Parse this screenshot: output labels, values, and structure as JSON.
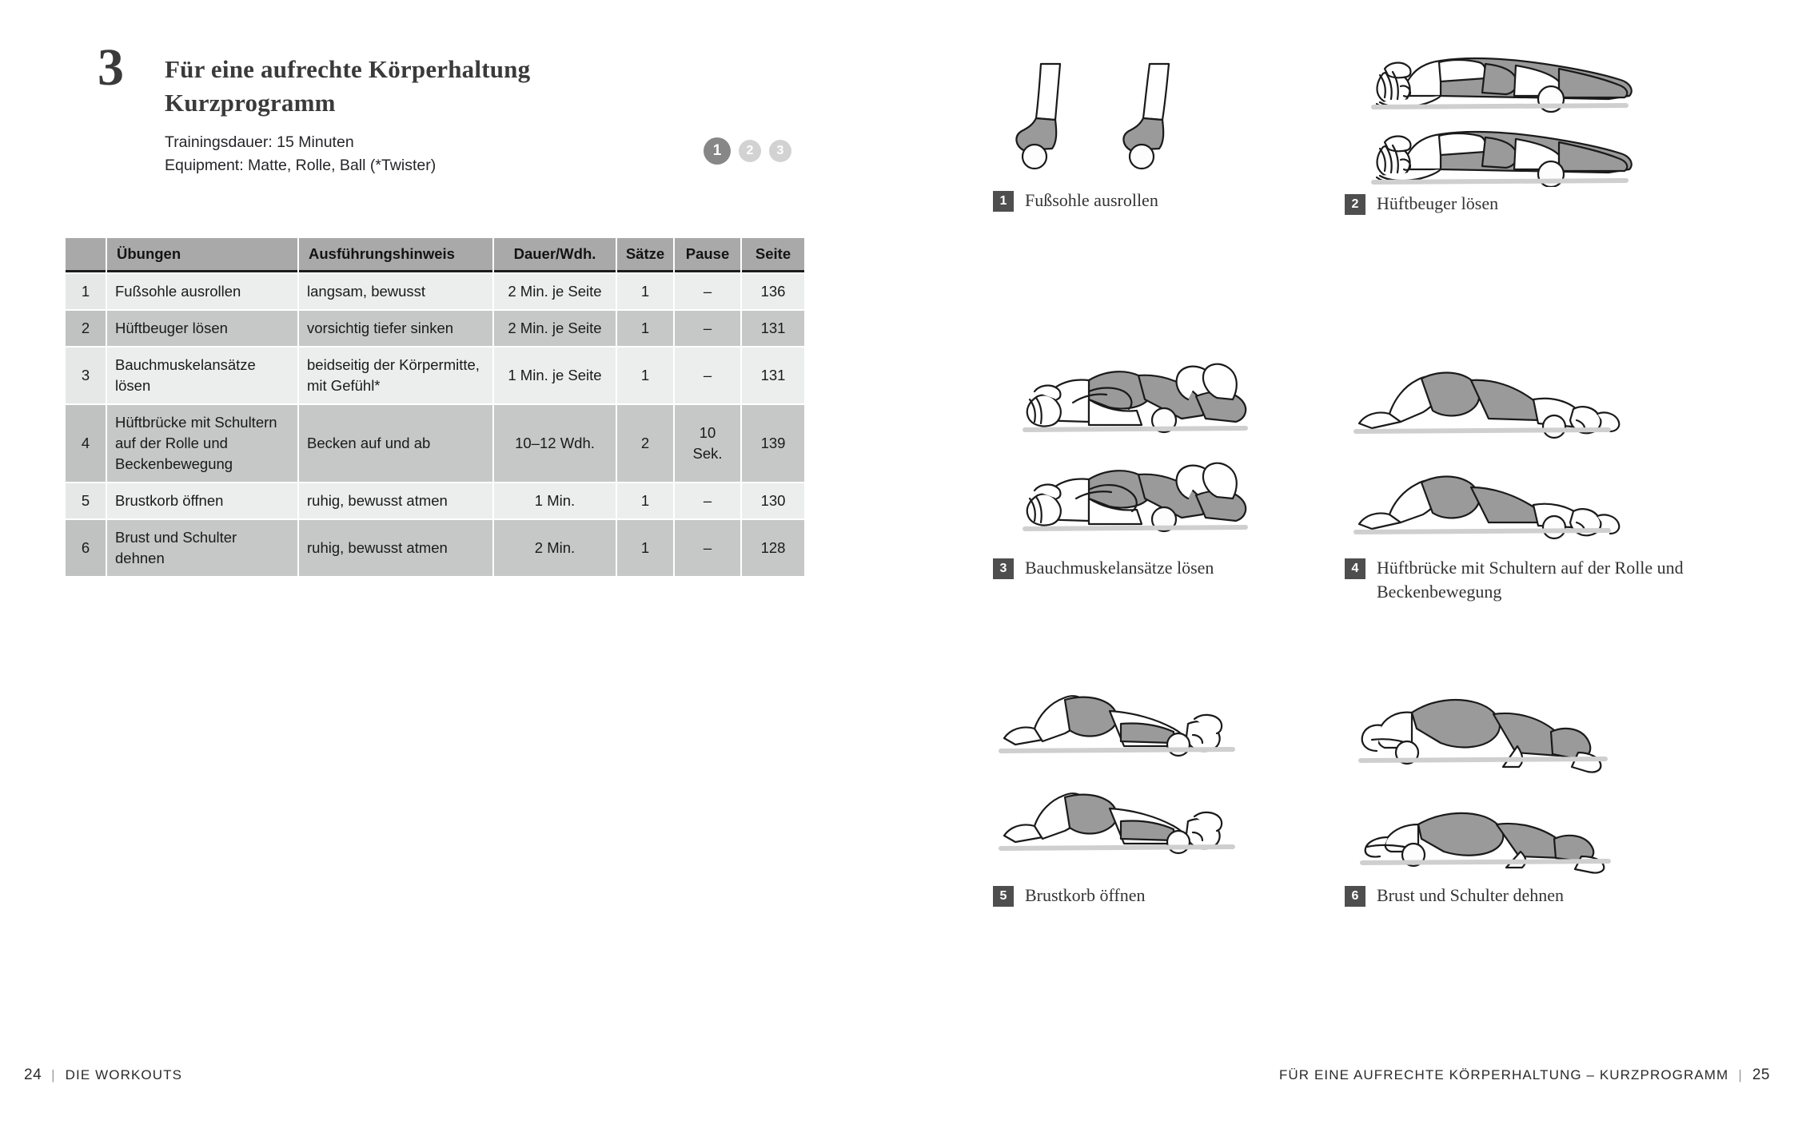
{
  "left_page": {
    "chapter_number": "3",
    "title_line1": "Für eine aufrechte Körperhaltung",
    "title_line2": "Kurzprogramm",
    "meta": {
      "duration": "Trainingsdauer: 15 Minuten",
      "equipment": "Equipment: Matte, Rolle, Ball (*Twister)"
    },
    "step_dots": [
      {
        "label": "1",
        "state": "active"
      },
      {
        "label": "2",
        "state": "inactive"
      },
      {
        "label": "3",
        "state": "inactive"
      }
    ],
    "table": {
      "headers": {
        "index": "",
        "exercise": "Übungen",
        "hint": "Ausführungshinweis",
        "duration": "Dauer/Wdh.",
        "sets": "Sätze",
        "pause": "Pause",
        "page": "Seite"
      },
      "rows": [
        {
          "index": "1",
          "exercise": "Fußsohle ausrollen",
          "hint": "langsam, bewusst",
          "duration": "2 Min. je Seite",
          "sets": "1",
          "pause": "–",
          "page": "136"
        },
        {
          "index": "2",
          "exercise": "Hüftbeuger lösen",
          "hint": "vorsichtig tiefer sinken",
          "duration": "2 Min. je Seite",
          "sets": "1",
          "pause": "–",
          "page": "131"
        },
        {
          "index": "3",
          "exercise": "Bauchmuskelansätze lösen",
          "hint": "beidseitig der Körpermitte, mit Gefühl*",
          "duration": "1 Min. je Seite",
          "sets": "1",
          "pause": "–",
          "page": "131"
        },
        {
          "index": "4",
          "exercise": "Hüftbrücke mit Schultern auf der Rolle und Beckenbewegung",
          "hint": "Becken auf und ab",
          "duration": "10–12 Wdh.",
          "sets": "2",
          "pause": "10 Sek.",
          "page": "139"
        },
        {
          "index": "5",
          "exercise": "Brustkorb öffnen",
          "hint": "ruhig, bewusst atmen",
          "duration": "1 Min.",
          "sets": "1",
          "pause": "–",
          "page": "130"
        },
        {
          "index": "6",
          "exercise": "Brust und Schulter dehnen",
          "hint": "ruhig, bewusst atmen",
          "duration": "2 Min.",
          "sets": "1",
          "pause": "–",
          "page": "128"
        }
      ]
    },
    "footer": {
      "page_number": "24",
      "separator": "|",
      "section": "DIE WORKOUTS"
    }
  },
  "right_page": {
    "exercises": [
      {
        "badge": "1",
        "caption": "Fußsohle ausrollen"
      },
      {
        "badge": "2",
        "caption": "Hüftbeuger lösen"
      },
      {
        "badge": "3",
        "caption": "Bauchmuskelansätze lösen"
      },
      {
        "badge": "4",
        "caption": "Hüftbrücke mit Schultern auf der Rolle und Beckenbewegung"
      },
      {
        "badge": "5",
        "caption": "Brustkorb öffnen"
      },
      {
        "badge": "6",
        "caption": "Brust und Schulter dehnen"
      }
    ],
    "footer": {
      "section": "FÜR EINE AUFRECHTE KÖRPERHALTUNG – KURZPROGRAMM",
      "separator": "|",
      "page_number": "25"
    }
  },
  "colors": {
    "table_header_bg": "#a9a9a9",
    "row_light_bg": "#eceded",
    "row_dark_bg": "#c6c7c7",
    "badge_bg": "#4e4e4e",
    "dot_active_bg": "#878787",
    "dot_inactive_bg": "#d2d2d2",
    "illustration_fill": "#9a9a9a",
    "ink": "#1a1a1a"
  }
}
